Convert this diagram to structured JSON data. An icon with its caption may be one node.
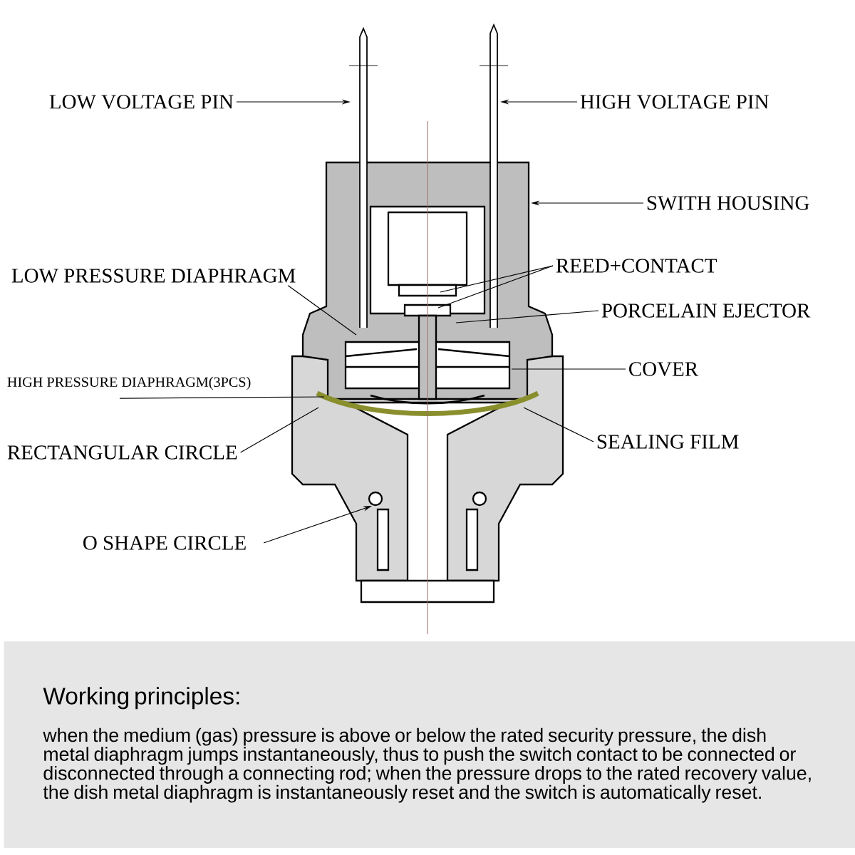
{
  "diagram": {
    "nodes": [
      {
        "text": [
          "LOW VOLTAGE PIN"
        ]
      },
      {
        "text": [
          "HIGH VOLTAGE PIN"
        ]
      },
      {
        "text": [
          "SWITH HOUSING"
        ]
      },
      {
        "text": [
          "LOW PRESSURE DIAPHRAGM"
        ]
      },
      {
        "text": [
          "REED+CONTACT"
        ]
      },
      {
        "text": [
          "PORCELAIN EJECTOR"
        ]
      },
      {
        "text": [
          "HIGH PRESSURE DIAPHRAGM(3PCS)"
        ]
      },
      {
        "text": [
          "COVER"
        ]
      },
      {
        "text": [
          "RECTANGULAR CIRCLE"
        ]
      },
      {
        "text": [
          "SEALING FILM"
        ]
      },
      {
        "text": [
          "O SHAPE CIRCLE"
        ]
      },
      {
        "text": [
          "Working principles:",
          "when the medium (gas) pressure is above or below the rated security pressure, the dish metal diaphragm jumps instantaneously, thus to push the switch contact to be connected or disconnected through a connecting rod; when the pressure drops to the rated recovery value, the dish metal diaphragm is instantaneously reset and the switch is automatically reset."
        ]
      }
    ],
    "edges": [
      {
        "from": 0,
        "to": null,
        "arrow": "to"
      },
      {
        "from": 1,
        "to": null,
        "arrow": "to"
      },
      {
        "from": 2,
        "to": null,
        "arrow": "to"
      },
      {
        "from": 3,
        "to": null,
        "arrow": "none"
      },
      {
        "from": 4,
        "to": null,
        "arrow": "none"
      },
      {
        "from": 4,
        "to": null,
        "arrow": "none"
      },
      {
        "from": 5,
        "to": null,
        "arrow": "none"
      },
      {
        "from": 6,
        "to": null,
        "arrow": "none"
      },
      {
        "from": 7,
        "to": null,
        "arrow": "none"
      },
      {
        "from": 8,
        "to": null,
        "arrow": "none"
      },
      {
        "from": 9,
        "to": null,
        "arrow": "none"
      },
      {
        "from": 10,
        "to": null,
        "arrow": "to"
      }
    ]
  }
}
